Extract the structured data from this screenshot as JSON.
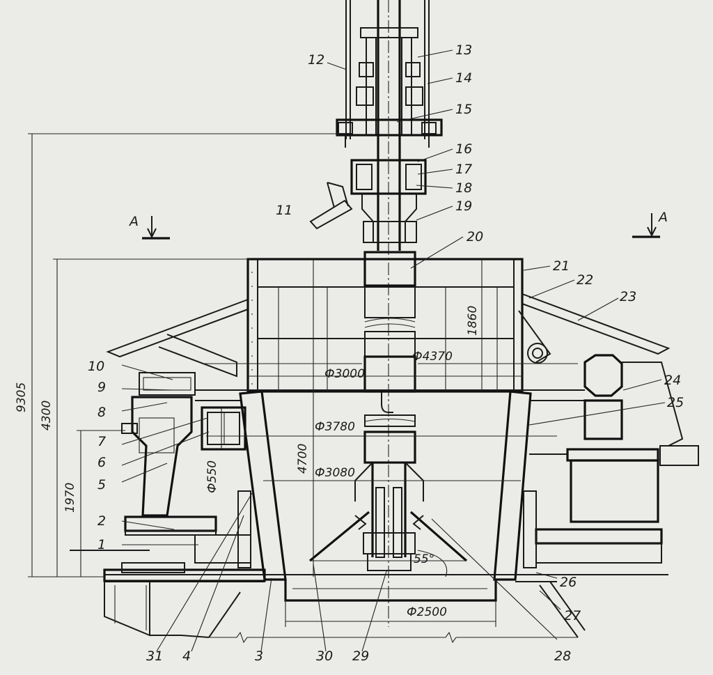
{
  "callouts": [
    {
      "id": "c1",
      "text": "1"
    },
    {
      "id": "c2",
      "text": "2"
    },
    {
      "id": "c3",
      "text": "3"
    },
    {
      "id": "c4",
      "text": "4"
    },
    {
      "id": "c5",
      "text": "5"
    },
    {
      "id": "c6",
      "text": "6"
    },
    {
      "id": "c7",
      "text": "7"
    },
    {
      "id": "c8",
      "text": "8"
    },
    {
      "id": "c9",
      "text": "9"
    },
    {
      "id": "c10",
      "text": "10"
    },
    {
      "id": "c11",
      "text": "11"
    },
    {
      "id": "c12",
      "text": "12"
    },
    {
      "id": "c13",
      "text": "13"
    },
    {
      "id": "c14",
      "text": "14"
    },
    {
      "id": "c15",
      "text": "15"
    },
    {
      "id": "c16",
      "text": "16"
    },
    {
      "id": "c17",
      "text": "17"
    },
    {
      "id": "c18",
      "text": "18"
    },
    {
      "id": "c19",
      "text": "19"
    },
    {
      "id": "c20",
      "text": "20"
    },
    {
      "id": "c21",
      "text": "21"
    },
    {
      "id": "c22",
      "text": "22"
    },
    {
      "id": "c23",
      "text": "23"
    },
    {
      "id": "c24",
      "text": "24"
    },
    {
      "id": "c25",
      "text": "25"
    },
    {
      "id": "c26",
      "text": "26"
    },
    {
      "id": "c27",
      "text": "27"
    },
    {
      "id": "c28",
      "text": "28"
    },
    {
      "id": "c29",
      "text": "29"
    },
    {
      "id": "c30",
      "text": "30"
    },
    {
      "id": "c31",
      "text": "31"
    }
  ],
  "dimensions": {
    "total_height": "9305",
    "body_height": "4300",
    "lower_height": "1970",
    "cone_height": "4700",
    "upper_height": "1860",
    "dia_3000": "Ф3000",
    "dia_4370": "Ф4370",
    "dia_3780": "Ф3780",
    "dia_3080": "Ф3080",
    "dia_550": "Ф550",
    "dia_2500": "Ф2500",
    "angle": "55°"
  },
  "section": {
    "left_label": "A",
    "right_label": "A"
  },
  "colors": {
    "paper": "#ebebe8",
    "ink": "#1a1a1a"
  }
}
